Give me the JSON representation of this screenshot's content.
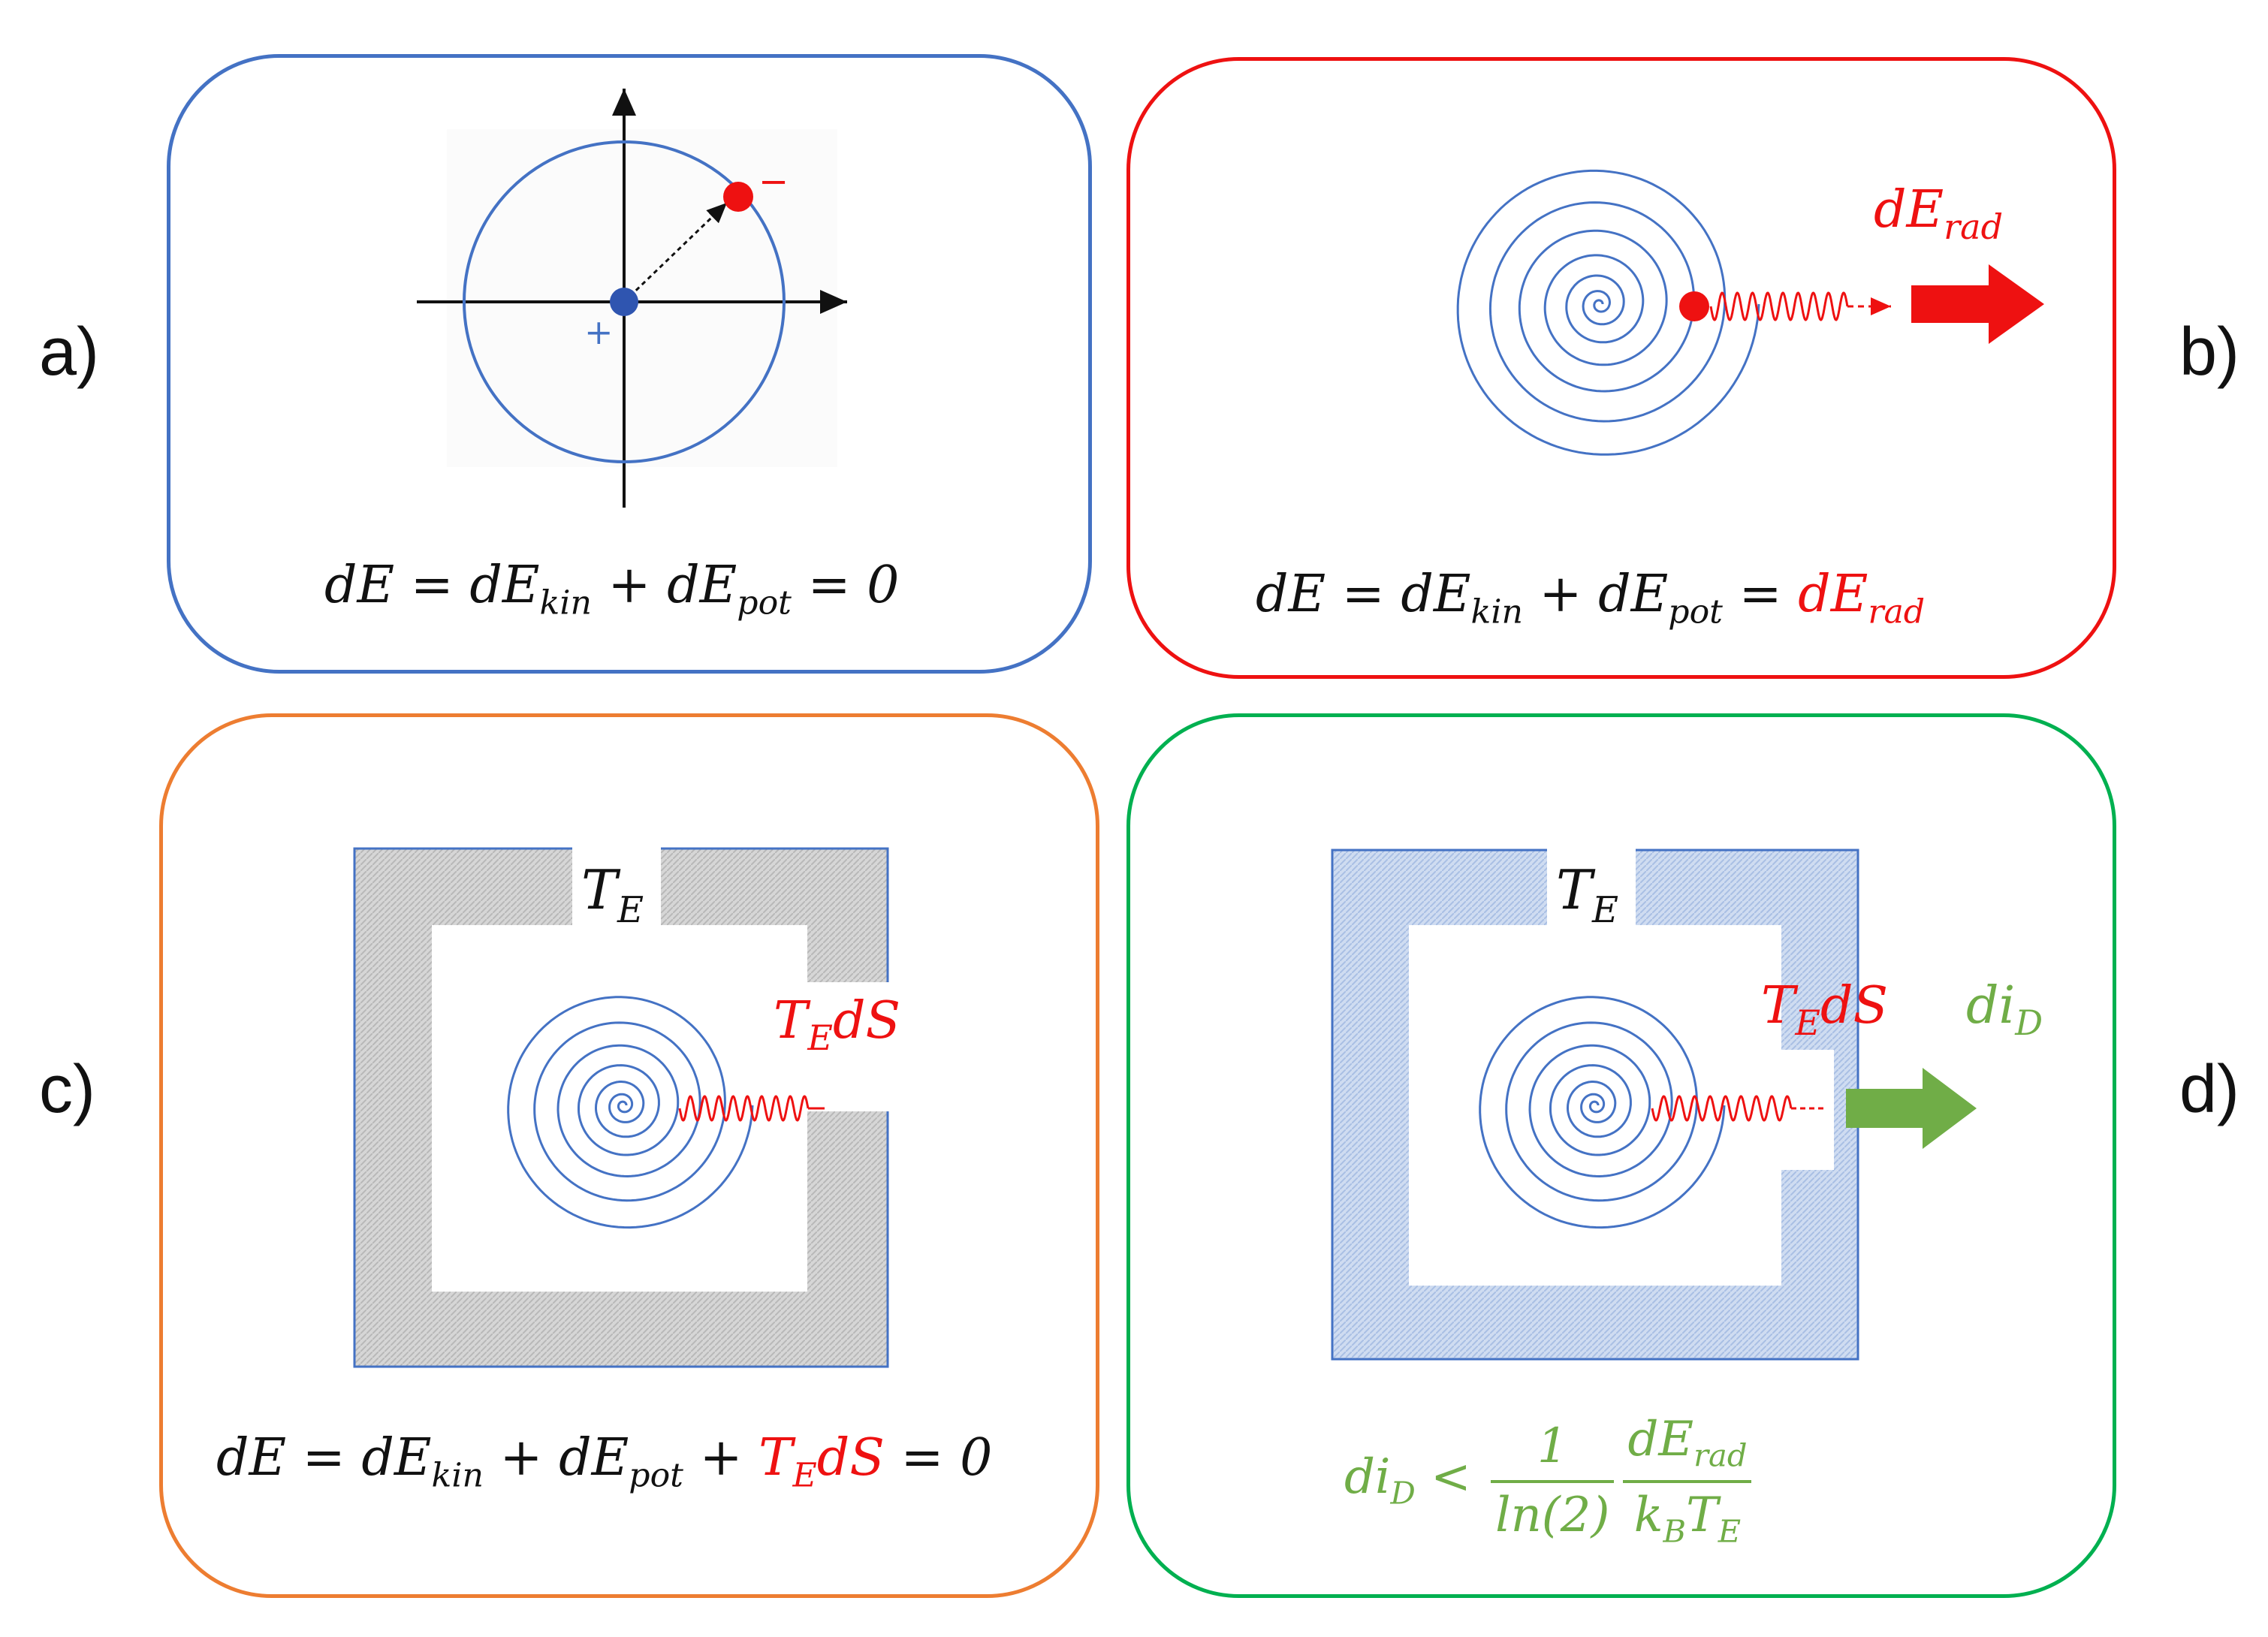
{
  "colors": {
    "panel_a": "#4472c4",
    "panel_b": "#ee1111",
    "panel_c": "#ed7d31",
    "panel_d": "#00b050",
    "spiral": "#4472c4",
    "radiation": "#ee1111",
    "info_arrow": "#70ad47",
    "wall_grey": "#d0d0d0",
    "wall_blue": "#c9d7ef"
  },
  "labels": {
    "a": "a)",
    "b": "b)",
    "c": "c)",
    "d": "d)"
  },
  "panel_a": {
    "nucleus_sign": "+",
    "electron_sign": "−",
    "equation": {
      "lhs": "dE = dE",
      "kin": "kin",
      "plus": " + dE",
      "pot": "pot",
      "rhs": " = 0"
    }
  },
  "panel_b": {
    "arrow_label": {
      "base": "dE",
      "sub": "rad"
    },
    "equation": {
      "lhs": "dE = dE",
      "kin": "kin",
      "plus": " + dE",
      "pot": "pot",
      "eq": " = ",
      "rad_base": "dE",
      "rad_sub": "rad"
    }
  },
  "panel_c": {
    "reservoir_label": {
      "base": "T",
      "sub": "E"
    },
    "heat_label": {
      "base": "T",
      "sub": "E",
      "tail": "dS"
    },
    "equation": {
      "lhs": "dE = dE",
      "kin": "kin",
      "plus": " + dE",
      "pot": "pot",
      "plus2": " + ",
      "t_base": "T",
      "t_sub": "E",
      "t_tail": "dS",
      "rhs": " = 0"
    }
  },
  "panel_d": {
    "reservoir_label": {
      "base": "T",
      "sub": "E"
    },
    "heat_label": {
      "base": "T",
      "sub": "E",
      "tail": "dS"
    },
    "info_label": {
      "base": "di",
      "sub": "D"
    },
    "equation": {
      "lhs_base": "di",
      "lhs_sub": "D",
      "lt": " < ",
      "frac1_num": "1",
      "frac1_den": "ln(2)",
      "frac2_num_base": "dE",
      "frac2_num_sub": "rad",
      "frac2_den_k": "k",
      "frac2_den_ksub": "B",
      "frac2_den_t": "T",
      "frac2_den_tsub": "E"
    }
  }
}
